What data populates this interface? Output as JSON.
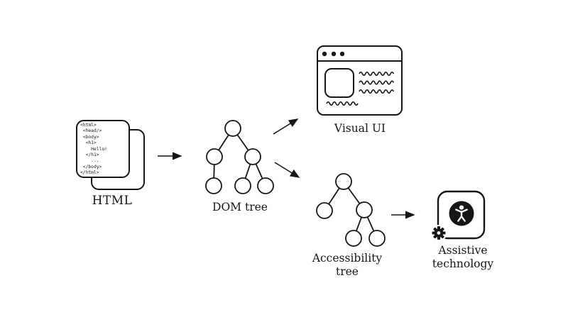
{
  "html_source": {
    "label": "HTML",
    "code": "<html>\n <head/>\n <body>\n  <h1>\n    Hello!\n  </h1>\n    ...\n </body>\n</html>"
  },
  "dom_tree": {
    "label": "DOM tree"
  },
  "visual_ui": {
    "label": "Visual UI"
  },
  "accessibility_tree": {
    "label": "Accessibility tree"
  },
  "assistive_technology": {
    "label": "Assistive technology"
  },
  "colors": {
    "line": "#161616",
    "background": "#ffffff"
  },
  "icons": {
    "browser-dots-icon": "three-filled-circles",
    "accessibility-person-icon": "white-person-in-black-circle",
    "gear-icon": "black-gear-with-white-hub"
  }
}
